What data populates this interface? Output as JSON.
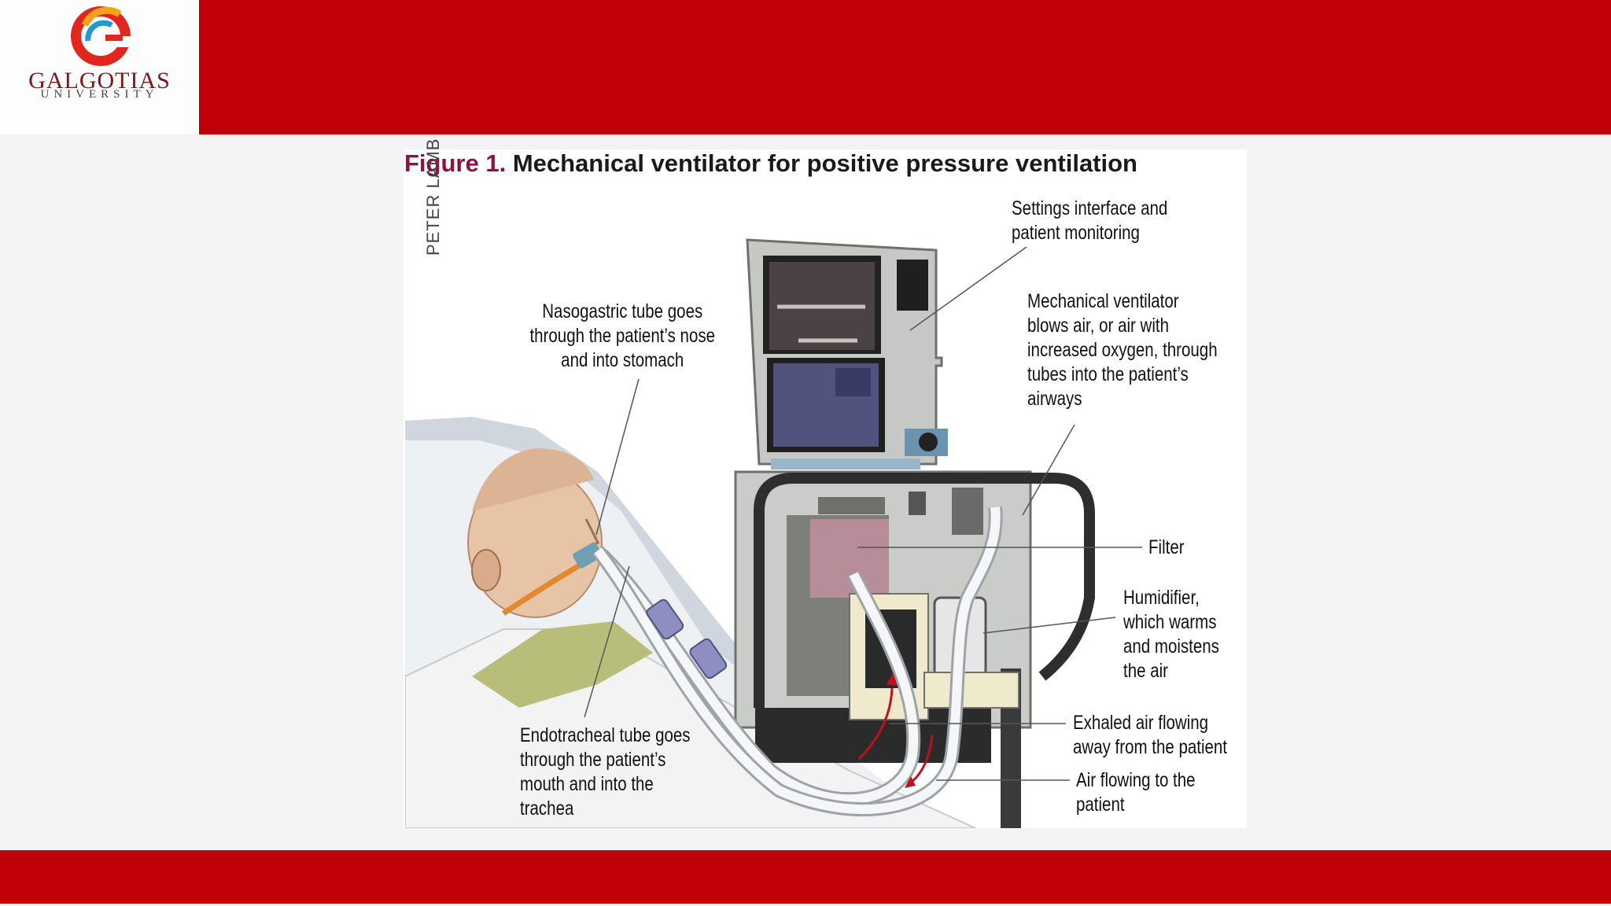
{
  "logo": {
    "name": "GALGOTIAS",
    "sub": "UNIVERSITY",
    "colors": [
      "#e2261c",
      "#f6a21a",
      "#1e9ad6",
      "#7e1618"
    ]
  },
  "brand_colors": {
    "band": "#bf0008",
    "title_accent": "#8a1244"
  },
  "figure": {
    "number": "Figure 1.",
    "title": "Mechanical ventilator for positive pressure ventilation",
    "credit": "PETER LAMB",
    "labels": {
      "settings": [
        "Settings interface and",
        "patient monitoring"
      ],
      "ventilator": [
        "Mechanical ventilator",
        "blows air, or air with",
        "increased oxygen, through",
        "tubes into the patient’s",
        "airways"
      ],
      "nasogastric": [
        "Nasogastric tube goes",
        "through the patient’s nose",
        "and into stomach"
      ],
      "filter": [
        "Filter"
      ],
      "humidifier": [
        "Humidifier,",
        "which warms",
        "and moistens",
        "the air"
      ],
      "exhaled": [
        "Exhaled air flowing",
        "away from the patient"
      ],
      "air_to": [
        "Air flowing to the",
        "patient"
      ],
      "endotracheal": [
        "Endotracheal tube goes",
        "through the patient’s",
        "mouth and into the",
        "trachea"
      ]
    }
  }
}
